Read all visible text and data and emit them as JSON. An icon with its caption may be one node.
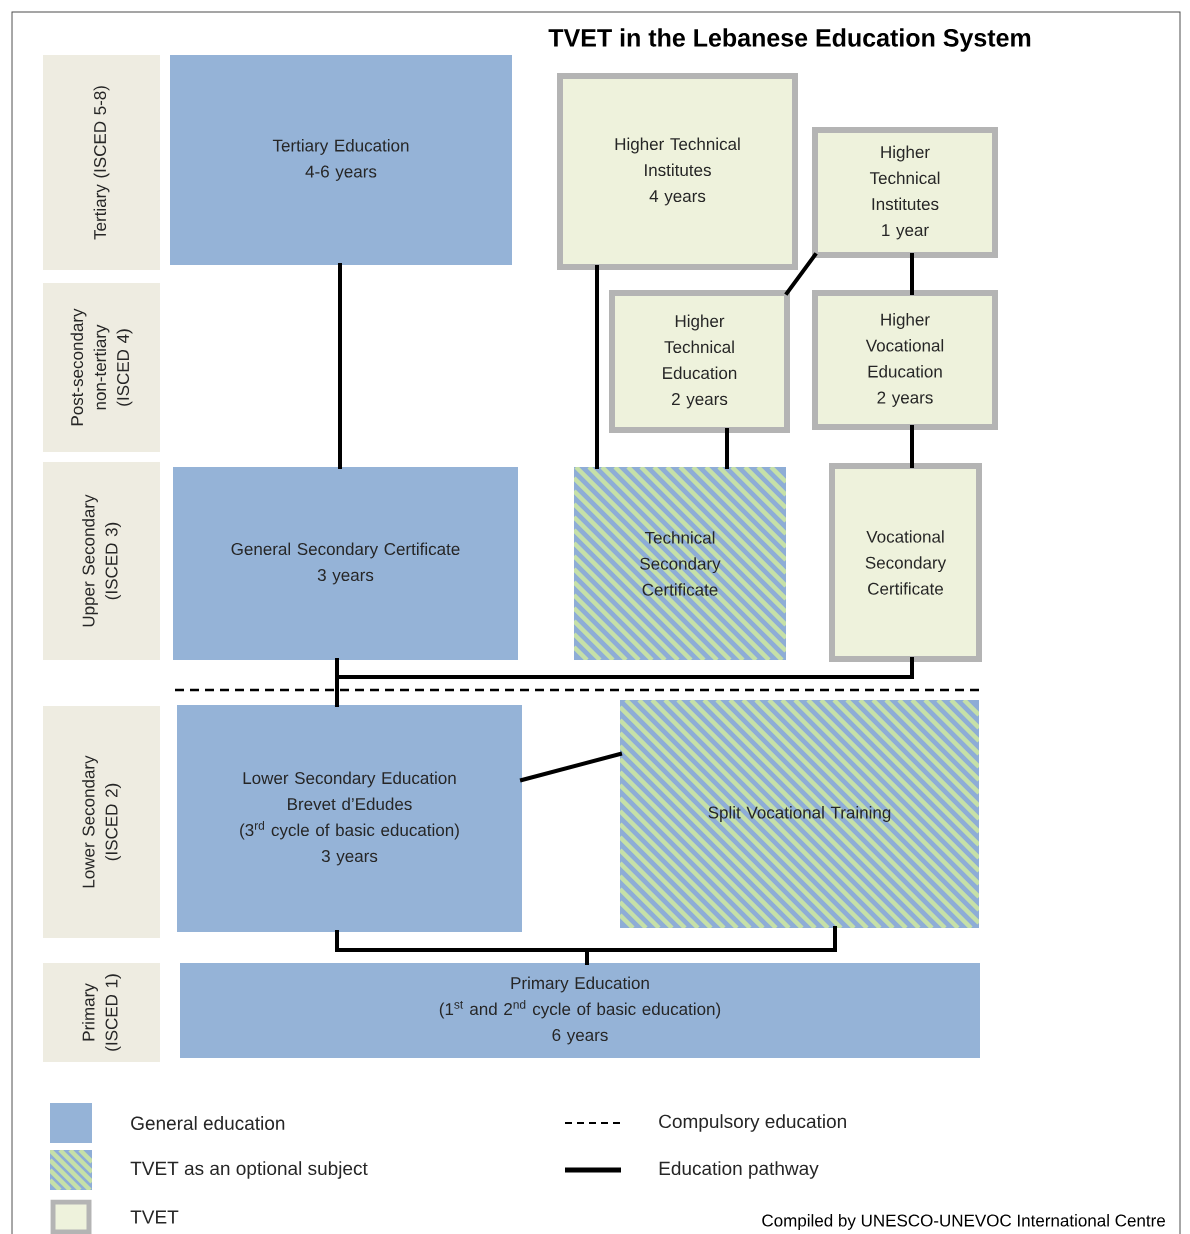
{
  "diagram": {
    "title": "TVET in the Lebanese Education System",
    "nodes": [
      {
        "text": [
          "Tertiary (ISCED 5-8)"
        ]
      },
      {
        "text": [
          "Post-secondary non-tertiary (ISCED 4)"
        ]
      },
      {
        "text": [
          "Upper Secondary (ISCED 3)"
        ]
      },
      {
        "text": [
          "Lower Secondary (ISCED 2)"
        ]
      },
      {
        "text": [
          "Primary (ISCED 1)"
        ]
      },
      {
        "text": [
          "Tertiary Education",
          "4-6 years"
        ]
      },
      {
        "text": [
          "Higher Technical Institutes",
          "4 years"
        ]
      },
      {
        "text": [
          "Higher Technical Institutes",
          "1 year"
        ]
      },
      {
        "text": [
          "Higher Technical Education",
          "2 years"
        ]
      },
      {
        "text": [
          "Higher Vocational Education",
          "2 years"
        ]
      },
      {
        "text": [
          "General Secondary Certificate",
          "3 years"
        ]
      },
      {
        "text": [
          "Technical Secondary Certificate"
        ]
      },
      {
        "text": [
          "Vocational Secondary Certificate"
        ]
      },
      {
        "text": [
          "Lower Secondary Education",
          "Brevet d’Edudes",
          "(3$^{rd}$ cycle of basic education)",
          "3 years"
        ]
      },
      {
        "text": [
          "Split Vocational Training"
        ]
      },
      {
        "text": [
          "Primary Education",
          "(1$^{st}$ and 2$^{nd}$ cycle of basic education)",
          "6 years"
        ]
      }
    ],
    "edges": [
      {
        "from": 10,
        "to": 5,
        "arrow": "none"
      },
      {
        "from": 11,
        "to": 6,
        "arrow": "none"
      },
      {
        "from": 11,
        "to": 8,
        "arrow": "none"
      },
      {
        "from": 8,
        "to": 7,
        "arrow": "none"
      },
      {
        "from": 9,
        "to": 7,
        "arrow": "none"
      },
      {
        "from": 12,
        "to": 9,
        "arrow": "none"
      },
      {
        "from": 13,
        "to": 10,
        "arrow": "none"
      },
      {
        "from": 13,
        "to": 12,
        "arrow": "none"
      },
      {
        "from": 13,
        "to": 14,
        "arrow": "none"
      },
      {
        "from": 15,
        "to": 13,
        "arrow": "none"
      },
      {
        "from": 15,
        "to": 14,
        "arrow": "none"
      }
    ],
    "labels": [
      "Compiled by UNESCO-UNEVOC  International Centre"
    ],
    "legend": [
      {
        "text": "General education",
        "color": "#95b3d7"
      },
      {
        "text": "TVET as an optional subject"
      },
      {
        "text": "TVET"
      },
      {
        "text": "Compulsory education"
      },
      {
        "text": "Education pathway"
      }
    ]
  }
}
